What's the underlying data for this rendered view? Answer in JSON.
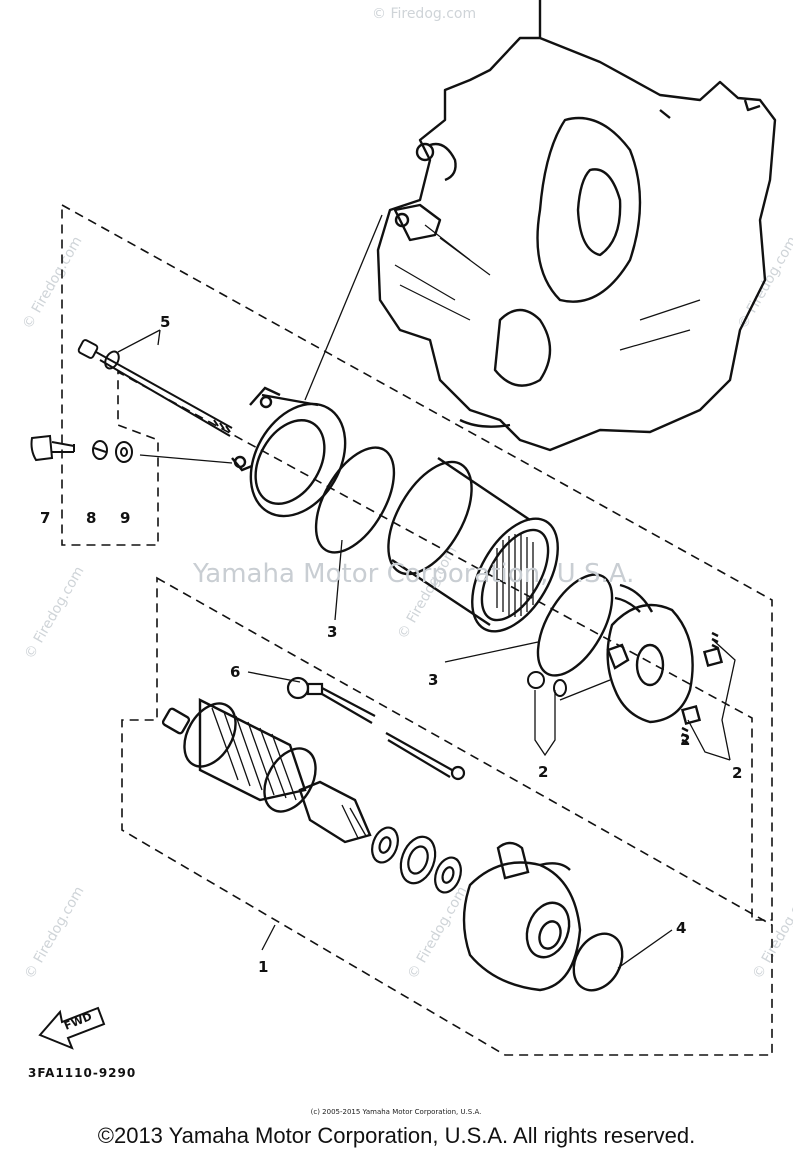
{
  "diagram": {
    "part_labels": [
      "1",
      "2",
      "2",
      "2",
      "3",
      "3",
      "4",
      "5",
      "6",
      "7",
      "8",
      "9"
    ],
    "direction_label": "FWD",
    "drawing_code": "3FA1110-9290",
    "watermark_main": "Yamaha Motor Corporation, U.S.A.",
    "watermark_site": "© Firedog.com"
  },
  "footer": {
    "small_copyright": "(c) 2005-2015 Yamaha Motor Corporation, U.S.A.",
    "copyright": "©2013 Yamaha Motor Corporation, U.S.A. All rights reserved."
  }
}
